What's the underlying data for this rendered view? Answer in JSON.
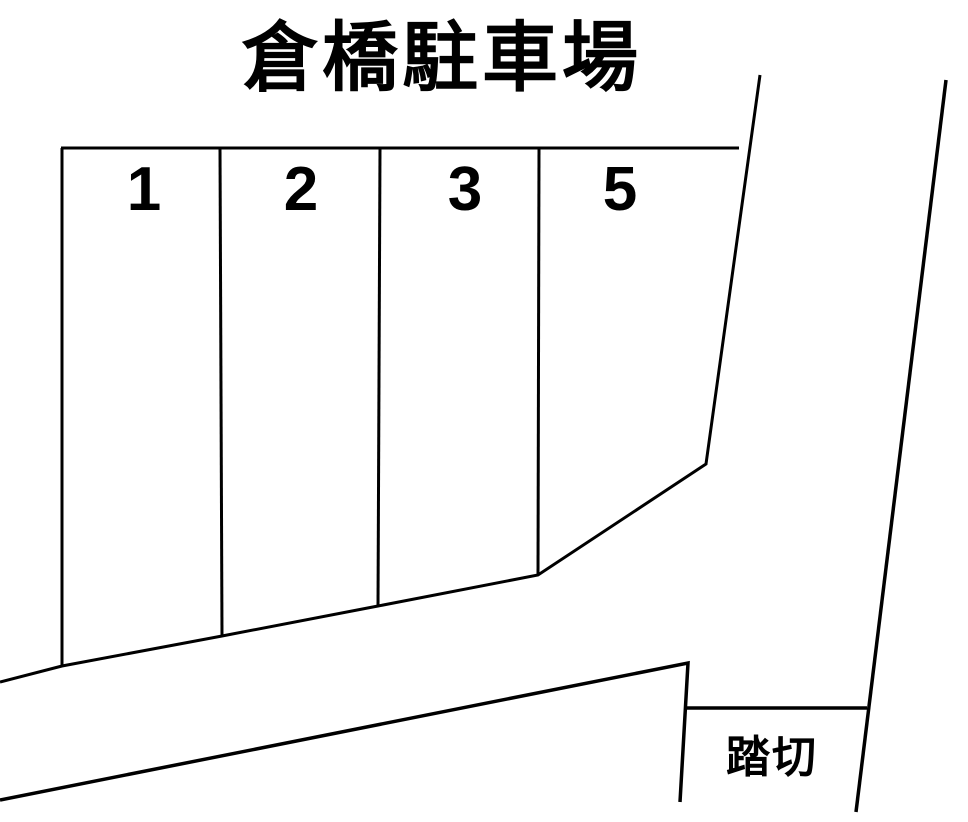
{
  "map": {
    "title": "倉橋駐車場",
    "line_color": "#000000",
    "background": "#ffffff",
    "parking_spaces": [
      {
        "number": "1"
      },
      {
        "number": "2"
      },
      {
        "number": "3"
      },
      {
        "number": "5"
      }
    ],
    "landmarks": {
      "railroad_crossing": "踏切"
    }
  }
}
